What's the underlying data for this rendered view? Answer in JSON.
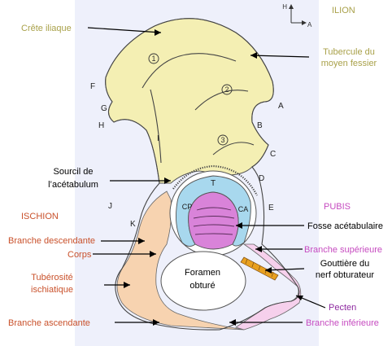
{
  "colors": {
    "background_panel": "#eef0fb",
    "ilium": "#f4efb3",
    "ischium": "#f7d3b0",
    "pubis": "#f6d0ec",
    "acetabulum_blue": "#a8d8ee",
    "fossa": "#d983d9",
    "ilion_text": "#a9a14a",
    "ischion_text": "#c9512b",
    "pubis_text": "#c64bc0",
    "pubis_dark_text": "#8e2aa0",
    "black_text": "#000000",
    "groove_orange": "#e8a020"
  },
  "regions": {
    "ilion": "ILION",
    "pubis": "PUBIS",
    "ischion": "ISCHION"
  },
  "orientation": {
    "h_label": "H",
    "a_label": "A"
  },
  "labels": {
    "crete_iliaque": "Crête iliaque",
    "tubercule_line1": "Tubercule du",
    "tubercule_line2": "moyen fessier",
    "sourcil_line1": "Sourcil de",
    "sourcil_line2": "l’acétabulum",
    "fosse_acetabulaire": "Fosse acétabulaire",
    "branche_superieure": "Branche supérieure",
    "gouttiere_line1": "Gouttière du",
    "gouttiere_line2": "nerf obturateur",
    "pecten": "Pecten",
    "branche_inferieure": "Branche inférieure",
    "branche_descendante": "Branche descendante",
    "corps": "Corps",
    "tuberosite_line1": "Tubérosité",
    "tuberosite_line2": "ischiatique",
    "branche_ascendante": "Branche ascendante",
    "foramen_line1": "Foramen",
    "foramen_line2": "obturé"
  },
  "diagram_letters": [
    "A",
    "B",
    "C",
    "D",
    "E",
    "F",
    "G",
    "H",
    "I",
    "J",
    "K"
  ],
  "acetabulum_marks": {
    "t": "T",
    "cp": "CP",
    "ca": "CA"
  },
  "circled_numbers": [
    "1",
    "2",
    "3"
  ]
}
